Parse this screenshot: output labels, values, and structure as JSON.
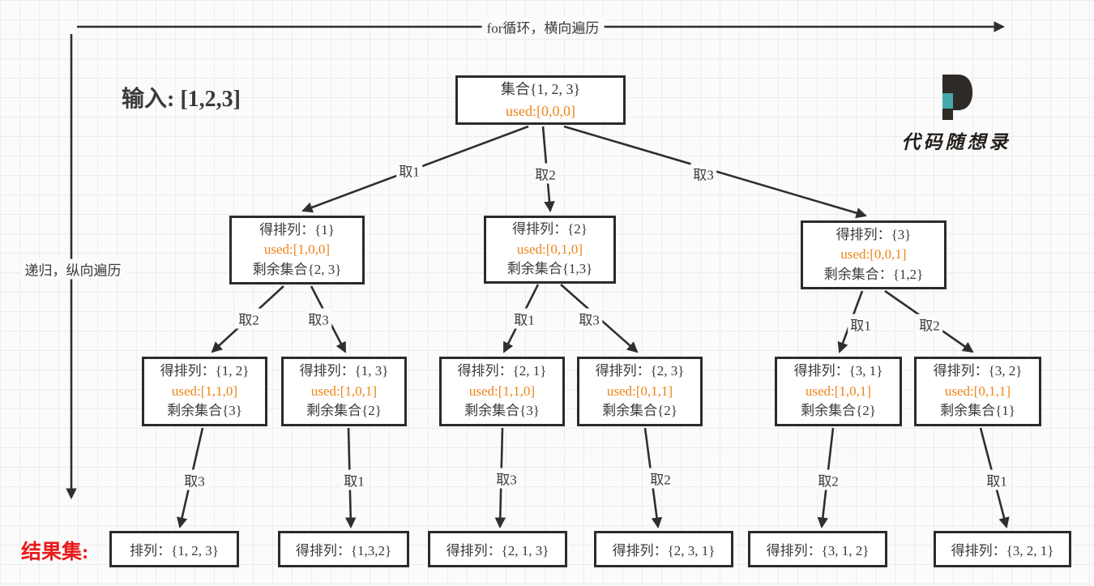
{
  "colors": {
    "edge_dark": "#2f2f2f",
    "node_border": "#2b2b2b",
    "used_orange": "#ef8418",
    "result_red": "#e81a1a",
    "logo_teal": "#45a8ae",
    "logo_dark": "#2e2a26",
    "grid_line": "#ececec",
    "background": "#fbfbfb"
  },
  "annotations": {
    "horizontal_axis_label": "for循环，横向遍历",
    "vertical_axis_label": "递归，纵向遍历",
    "input_label": "输入: [1,2,3]",
    "result_set_label": "结果集:"
  },
  "logo": {
    "mark": "D",
    "text": "代码随想录"
  },
  "tree": {
    "root": {
      "line1": "集合{1, 2, 3}",
      "used": "used:[0,0,0]"
    },
    "level2": [
      {
        "line1": "得排列：{1}",
        "used": "used:[1,0,0]",
        "line3": "剩余集合{2, 3}"
      },
      {
        "line1": "得排列：{2}",
        "used": "used:[0,1,0]",
        "line3": "剩余集合{1,3}"
      },
      {
        "line1": "得排列：{3}",
        "used": "used:[0,0,1]",
        "line3": "剩余集合：{1,2}"
      }
    ],
    "level3": [
      {
        "line1": "得排列：{1, 2}",
        "used": "used:[1,1,0]",
        "line3": "剩余集合{3}"
      },
      {
        "line1": "得排列：{1, 3}",
        "used": "used:[1,0,1]",
        "line3": "剩余集合{2}"
      },
      {
        "line1": "得排列：{2, 1}",
        "used": "used:[1,1,0]",
        "line3": "剩余集合{3}"
      },
      {
        "line1": "得排列：{2, 3}",
        "used": "used:[0,1,1]",
        "line3": "剩余集合{2}"
      },
      {
        "line1": "得排列：{3, 1}",
        "used": "used:[1,0,1]",
        "line3": "剩余集合{2}"
      },
      {
        "line1": "得排列：{3, 2}",
        "used": "used:[0,1,1]",
        "line3": "剩余集合{1}"
      }
    ],
    "results": [
      "排列：{1, 2, 3}",
      "得排列：{1,3,2}",
      "得排列：{2, 1, 3}",
      "得排列：{2, 3, 1}",
      "得排列：{3, 1, 2}",
      "得排列：{3, 2, 1}"
    ],
    "edge_labels": {
      "l1": [
        "取1",
        "取2",
        "取3"
      ],
      "l2": [
        "取2",
        "取3",
        "取1",
        "取3",
        "取1",
        "取2"
      ],
      "l3": [
        "取3",
        "取1",
        "取3",
        "取2",
        "取2",
        "取1"
      ]
    }
  }
}
